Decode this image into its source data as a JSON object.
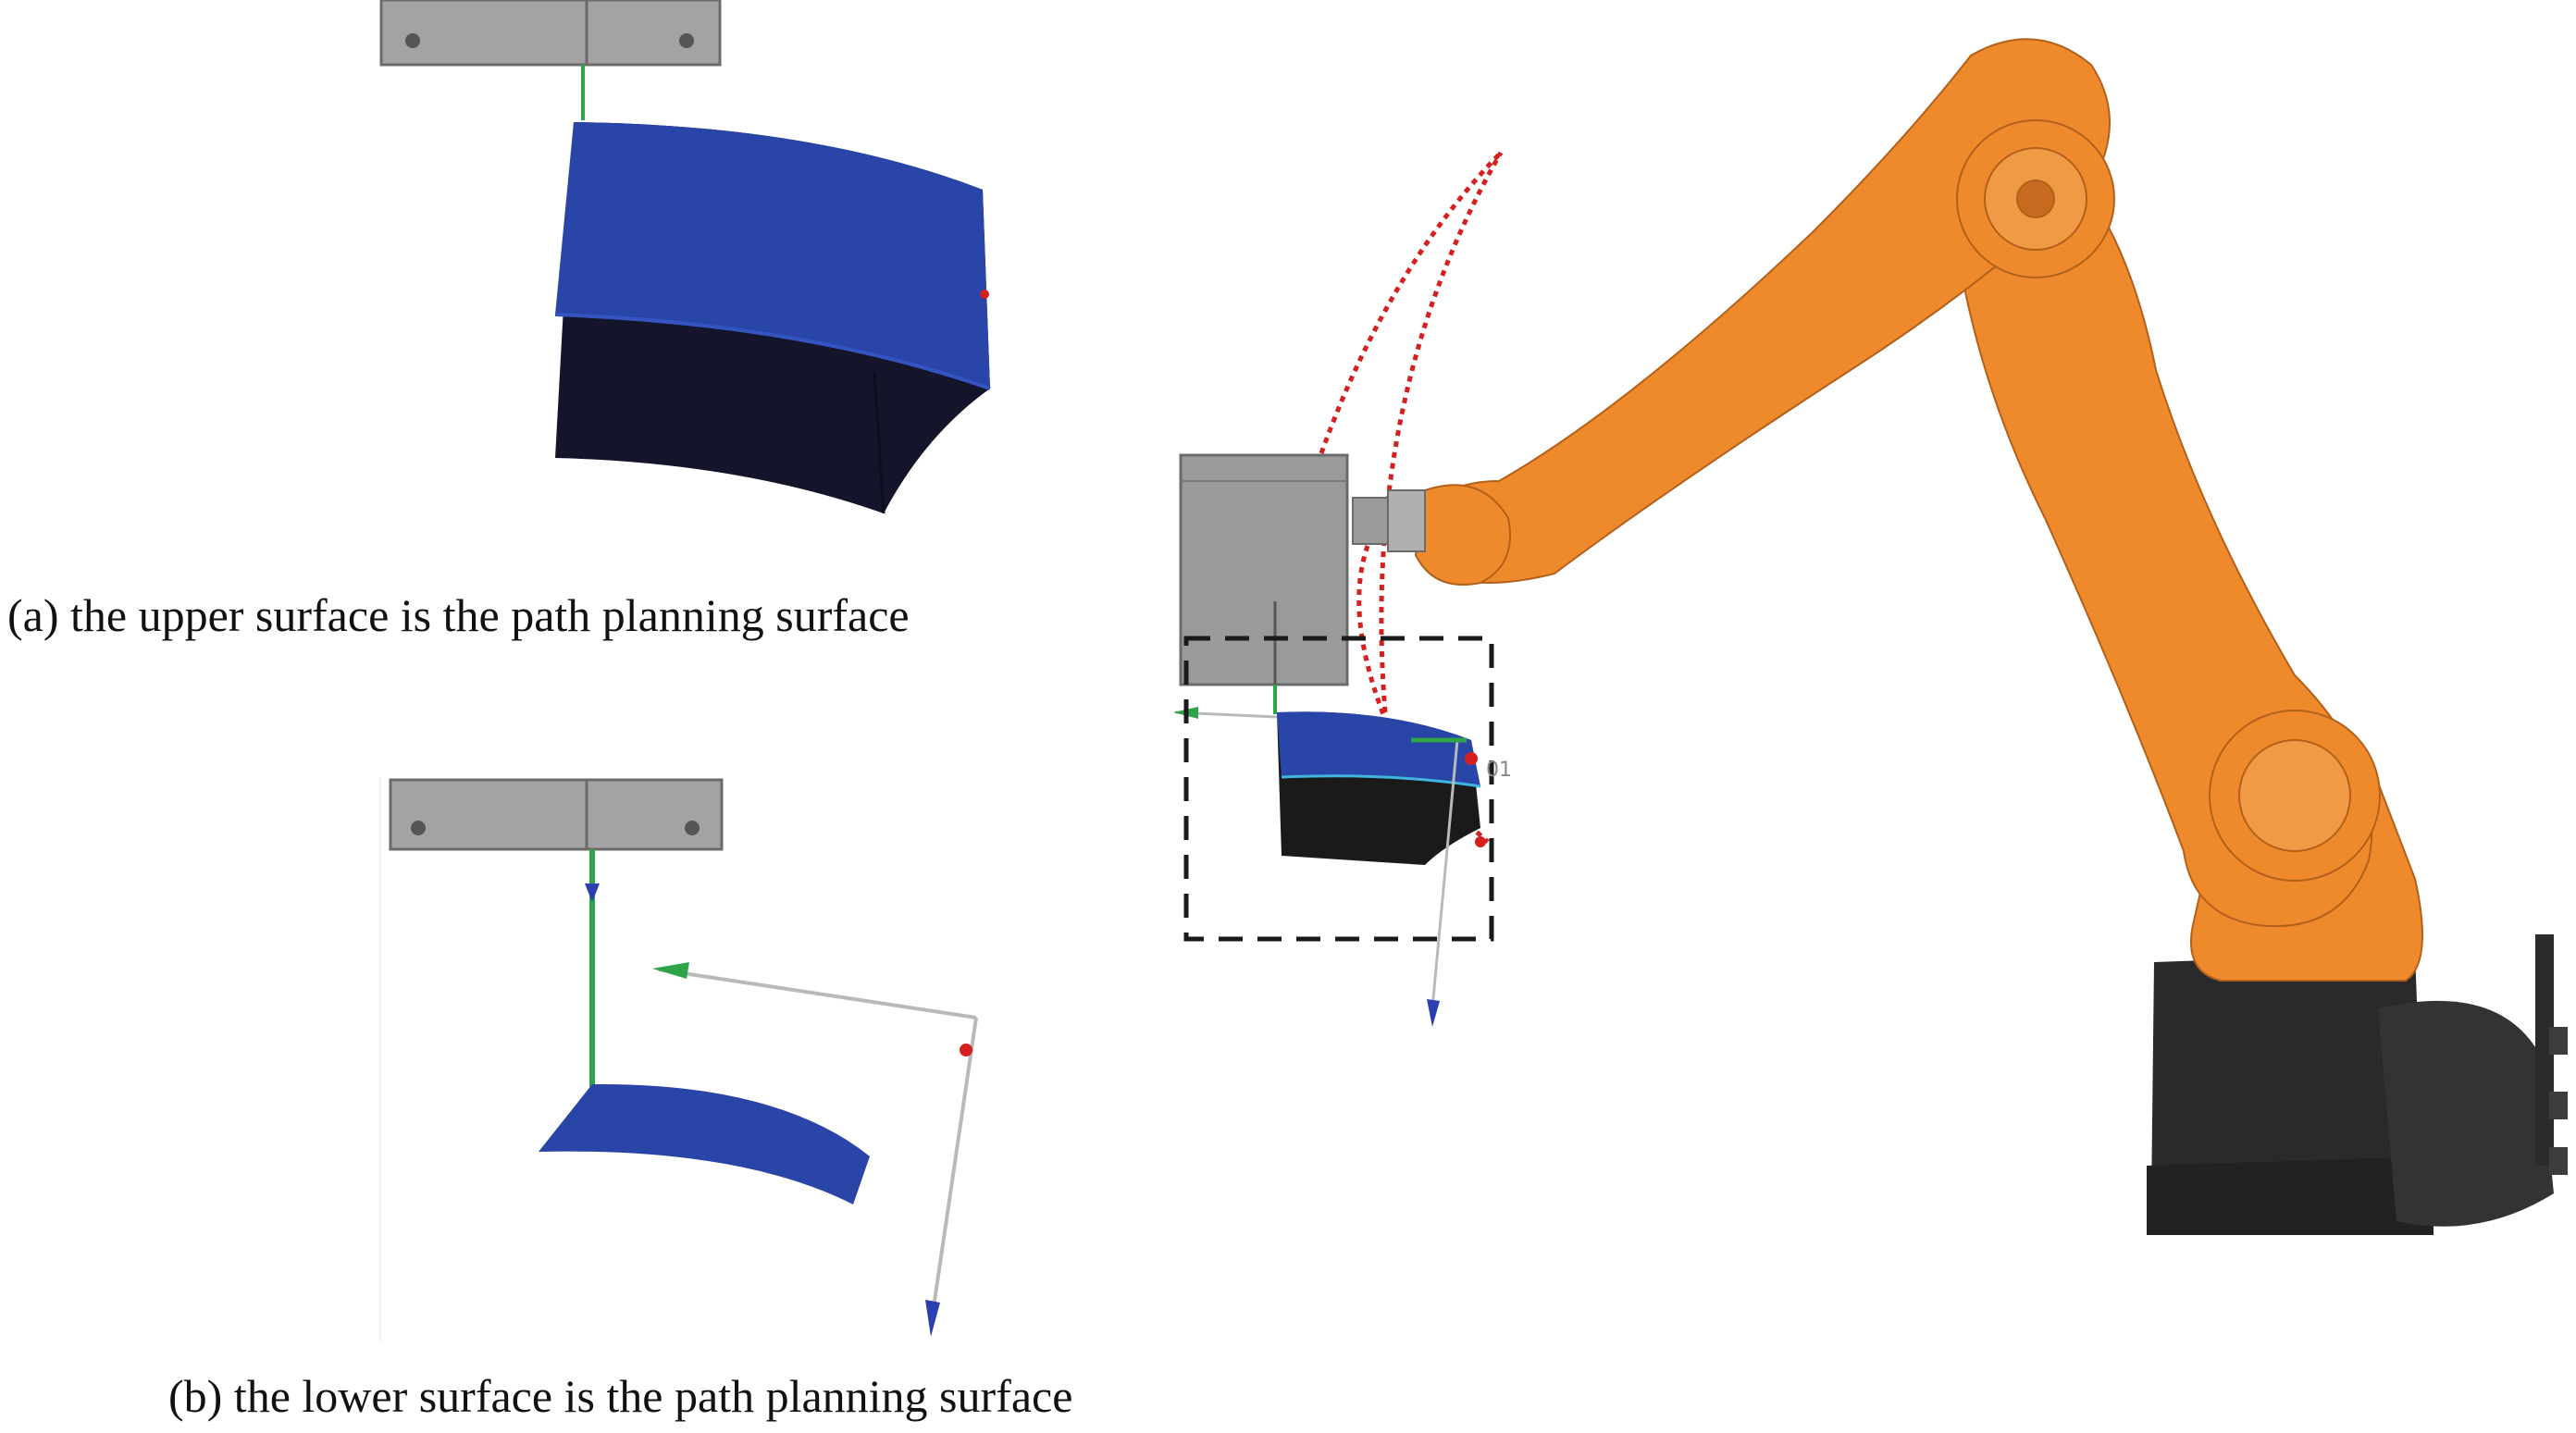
{
  "captions": {
    "a": "(a) the upper surface is the path planning surface",
    "b": "(b) the lower surface is the path planning surface"
  },
  "labels": {
    "frame_callout": "01"
  },
  "colors": {
    "robot_orange": "#ef8a2c",
    "robot_dark": "#2a2a2c",
    "workpiece_blue": "#2a45a8",
    "workpiece_dark": "#14142a",
    "tool_gray": "#9a9a9a",
    "path_red": "#d62020",
    "axis_green": "#2ea44a",
    "axis_blue": "#2a3fb0",
    "frame_dash": "#1a1a1a"
  }
}
